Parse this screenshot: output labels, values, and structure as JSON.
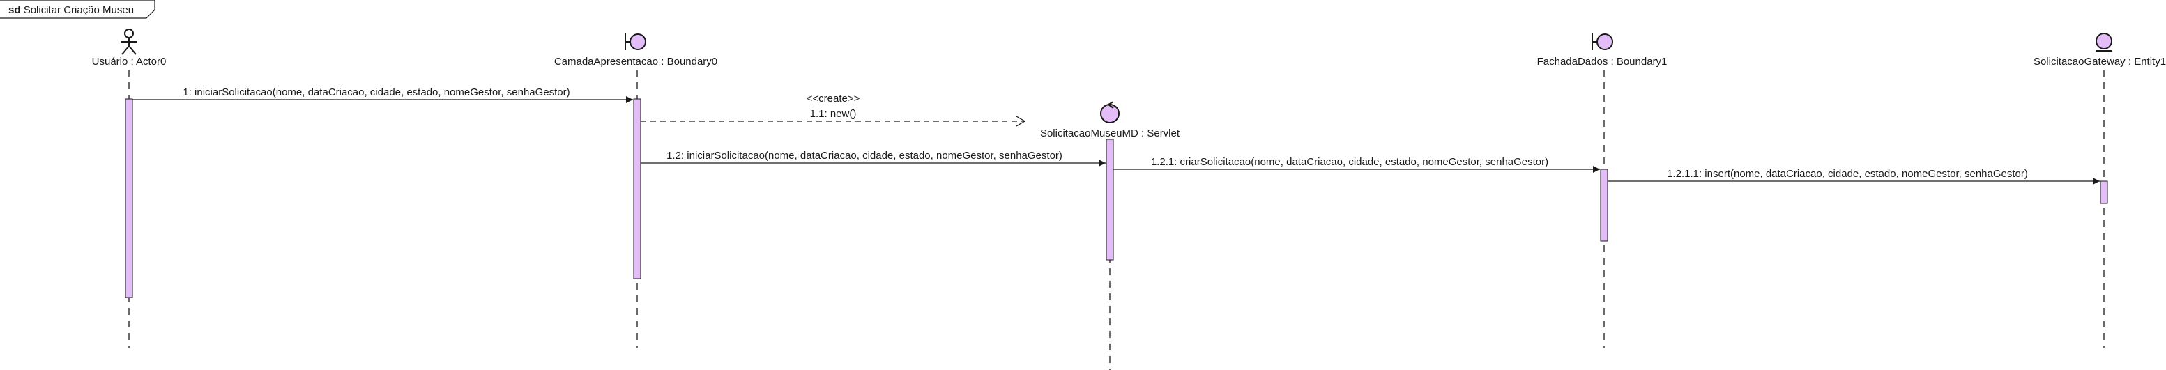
{
  "frame": {
    "keyword": "sd",
    "title": "Solicitar Criação Museu"
  },
  "colors": {
    "activation": "#e3bdf7",
    "line": "#1a1a1a",
    "background": "#ffffff"
  },
  "lifelines": [
    {
      "id": "actor",
      "kind": "actor-icon",
      "label": "Usuário : Actor0"
    },
    {
      "id": "camada",
      "kind": "boundary-icon",
      "label": "CamadaApresentacao : Boundary0"
    },
    {
      "id": "servlet",
      "kind": "control-icon",
      "label": "SolicitacaoMuseuMD : Servlet"
    },
    {
      "id": "fachada",
      "kind": "boundary-icon",
      "label": "FachadaDados : Boundary1"
    },
    {
      "id": "gateway",
      "kind": "entity-icon",
      "label": "SolicitacaoGateway : Entity1"
    }
  ],
  "messages": [
    {
      "id": "m1",
      "label": "1: iniciarSolicitacao(nome, dataCriacao, cidade, estado, nomeGestor, senhaGestor)"
    },
    {
      "id": "m11",
      "stereotype": "<<create>>",
      "label": "1.1: new()"
    },
    {
      "id": "m12",
      "label": "1.2: iniciarSolicitacao(nome, dataCriacao, cidade, estado, nomeGestor, senhaGestor)"
    },
    {
      "id": "m121",
      "label": "1.2.1: criarSolicitacao(nome, dataCriacao, cidade, estado, nomeGestor, senhaGestor)"
    },
    {
      "id": "m1211",
      "label": "1.2.1.1: insert(nome, dataCriacao, cidade, estado, nomeGestor, senhaGestor)"
    }
  ]
}
